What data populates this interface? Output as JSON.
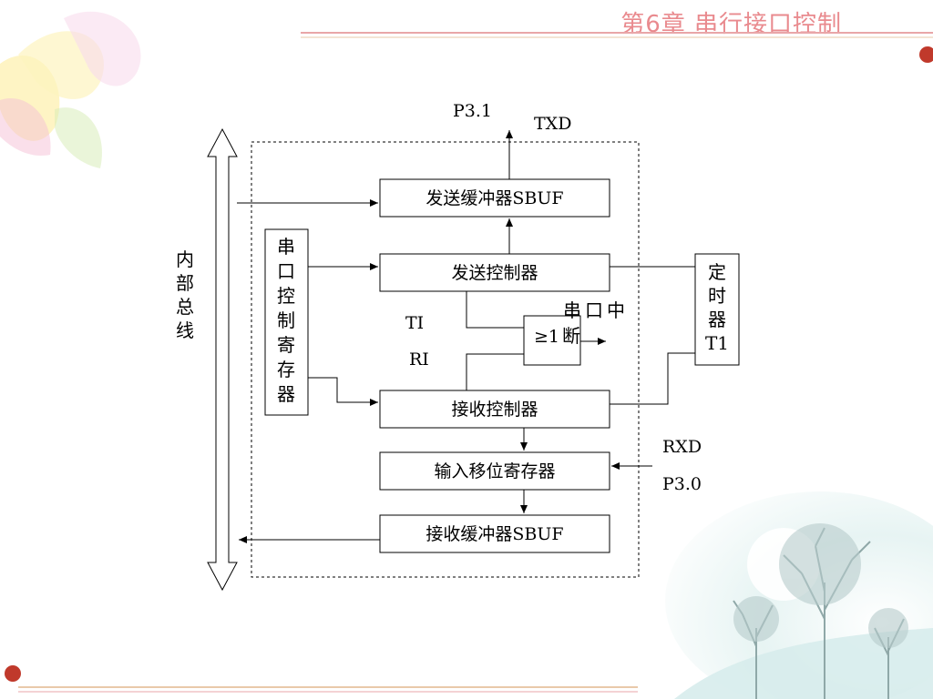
{
  "slide": {
    "title": "第6章  串行接口控制"
  },
  "diagram": {
    "internal_bus": "内部总线",
    "serial_ctrl_reg": "串口控制寄存器",
    "timer": [
      "定",
      "时",
      "器",
      "T1"
    ],
    "tx_buffer": "发送缓冲器SBUF",
    "tx_controller": "发送控制器",
    "rx_controller": "接收控制器",
    "input_shift_reg": "输入移位寄存器",
    "rx_buffer": "接收缓冲器SBUF",
    "or_gate": "≥1",
    "serial_interrupt": "串口中断",
    "ti": "TI",
    "ri": "RI",
    "p31": "P3.1",
    "txd": "TXD",
    "rxd": "RXD",
    "p30": "P3.0"
  },
  "colors": {
    "title": "#e98a8e",
    "accent_red": "#c0392b"
  }
}
